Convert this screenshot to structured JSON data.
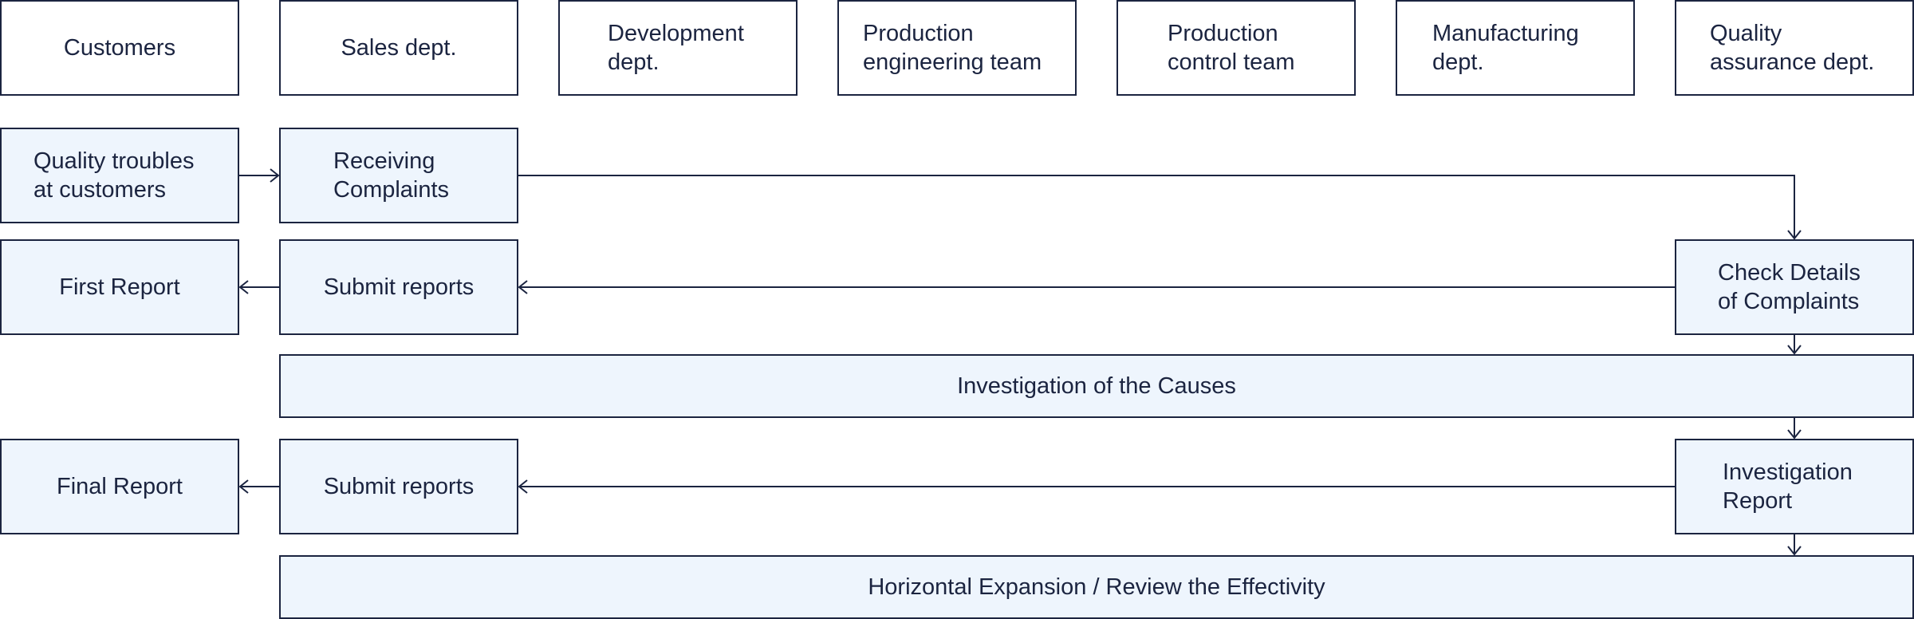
{
  "headers": {
    "customers": "Customers",
    "sales": "Sales dept.",
    "development": "Development\ndept.",
    "prod_eng": "Production\nengineering team",
    "prod_ctrl": "Production\ncontrol team",
    "manufacturing": "Manufacturing\ndept.",
    "qa": "Quality\nassurance dept."
  },
  "steps": {
    "quality_troubles": "Quality troubles\nat customers",
    "receiving_complaints": "Receiving\nComplaints",
    "first_report": "First Report",
    "submit_reports_1": "Submit reports",
    "check_details": "Check Details\nof Complaints",
    "investigation_causes": "Investigation of the Causes",
    "final_report": "Final Report",
    "submit_reports_2": "Submit reports",
    "investigation_report": "Investigation\nReport",
    "horizontal_expansion": "Horizontal Expansion / Review the Effectivity"
  }
}
